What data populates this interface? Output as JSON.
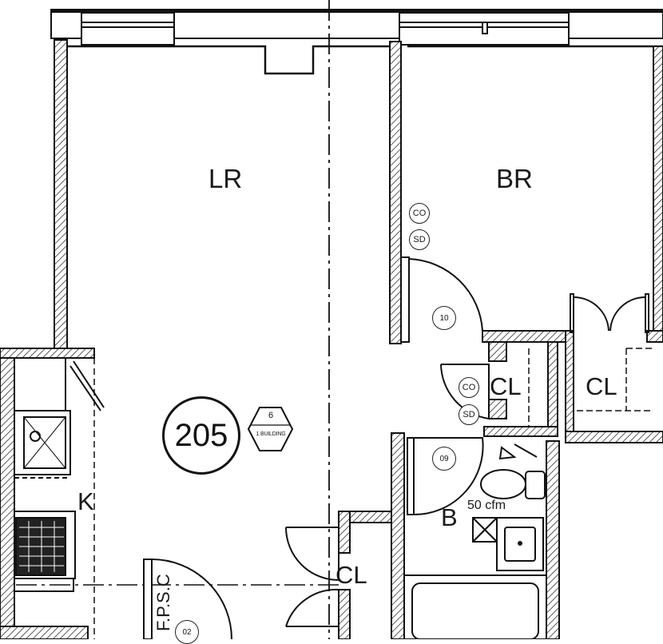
{
  "unit": {
    "number": "205"
  },
  "building_tag": {
    "number": "6",
    "text": "1 BUILDING"
  },
  "rooms": {
    "living": "LR",
    "bedroom": "BR",
    "kitchen": "K",
    "bath": "B",
    "closet_br": "CL",
    "closet_hall": "CL",
    "closet_entry": "CL"
  },
  "bath_fan": "50 cfm",
  "detectors": {
    "co_br": "CO",
    "sd_br": "SD",
    "co_hall": "CO",
    "sd_hall": "SD"
  },
  "doors": {
    "br_door": "10",
    "bath_door": "09",
    "entry_door": "02"
  },
  "shaft": "F.P.S.C",
  "colors": {
    "line": "#111111",
    "hatch": "#444444",
    "paper": "#ffffff"
  }
}
